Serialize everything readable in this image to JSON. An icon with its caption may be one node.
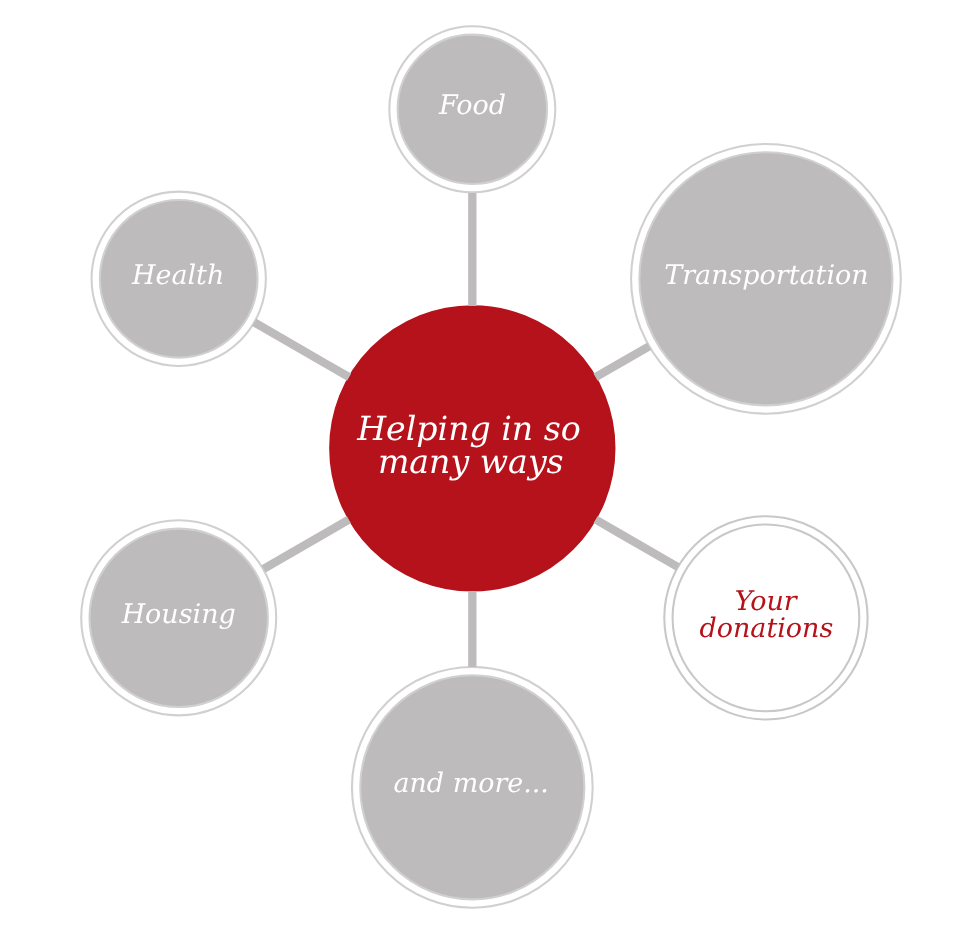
{
  "diagram": {
    "nodes": [
      {
        "text": [
          "Transportation"
        ]
      },
      {
        "text": [
          "Food"
        ]
      },
      {
        "text": [
          "Helping in so many ways"
        ]
      },
      {
        "text": [
          "Health"
        ]
      },
      {
        "text": [
          "Housing"
        ]
      },
      {
        "text": [
          "and more..."
        ]
      },
      {
        "text": [
          "Your donations"
        ]
      }
    ],
    "edges": [
      {
        "from": 0,
        "to": 2,
        "arrow": "none"
      },
      {
        "from": 1,
        "to": 2,
        "arrow": "none"
      },
      {
        "from": 3,
        "to": 2,
        "arrow": "none"
      },
      {
        "from": 4,
        "to": 2,
        "arrow": "none"
      },
      {
        "from": 5,
        "to": 2,
        "arrow": "none"
      },
      {
        "from": 6,
        "to": 2,
        "arrow": "none"
      }
    ]
  }
}
